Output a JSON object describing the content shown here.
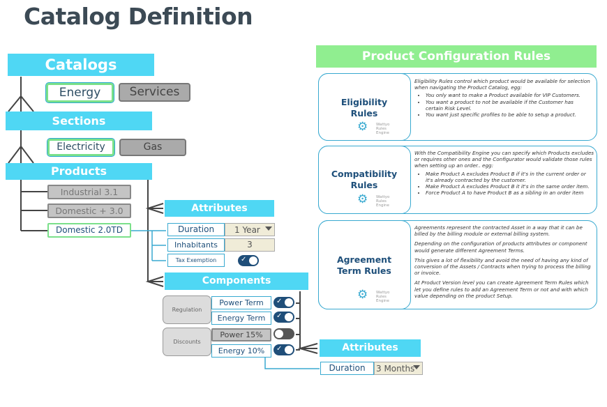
{
  "page_title": "Catalog Definition",
  "left": {
    "catalogs_header": "Catalogs",
    "catalogs": [
      "Energy",
      "Services"
    ],
    "sections_header": "Sections",
    "sections": [
      "Electricity",
      "Gas"
    ],
    "products_header": "Products",
    "products": [
      "Industrial 3.1",
      "Domestic + 3.0",
      "Domestic 2.0TD"
    ],
    "attributes_header": "Attributes",
    "attributes": [
      {
        "label": "Duration",
        "value": "1 Year"
      },
      {
        "label": "Inhabitants",
        "value": "3"
      },
      {
        "label": "Tax Exemption"
      }
    ],
    "components_header": "Components",
    "groups": [
      "Regulation",
      "Discounts"
    ],
    "components": [
      {
        "label": "Power Term",
        "toggle": "on"
      },
      {
        "label": "Energy Term",
        "toggle": "on"
      },
      {
        "label": "Power 15%",
        "toggle": "off"
      },
      {
        "label": "Energy 10%",
        "toggle": "on"
      }
    ],
    "sub_attributes_header": "Attributes",
    "sub_attribute": {
      "label": "Duration",
      "value": "3 Months"
    }
  },
  "rules": {
    "header": "Product Configuration Rules",
    "brand_lines": [
      "Wattyo",
      "Rules",
      "Engine"
    ],
    "cards": [
      {
        "title_1": "Eligibility",
        "title_2": "Rules",
        "intro": "Eligibility Rules control which product would be available for selection when navigating the Product Catalog, egg:",
        "bullets": [
          "You only want to make a Product available for VIP Customers.",
          "You want a product to not be available if the Customer has certain Risk Level.",
          "You want just specific profiles to be able to setup a product."
        ]
      },
      {
        "title_1": "Compatibility",
        "title_2": "Rules",
        "intro": "With the Compatibility Engine you can specify which Products excludes or requires other ones and the Configurator would validate those rules when setting up an order.. egg:",
        "bullets": [
          "Make Product A excludes Product B if it's in the current order or it's already contracted by the customer.",
          "Make Product A excludes Product B it it's in the same order item.",
          "Force Product A to have Product B as a sibling in an order item"
        ]
      },
      {
        "title_1": "Agreement",
        "title_2": "Term Rules",
        "paragraphs": [
          "Agreements represent the contracted Asset in a way that it can be billed by the billing module or external billing system.",
          "Depending on the configuration of products attributes or component would generate different Agreement Terms.",
          "This gives a lot of flexibility and avoid the need of having any kind of conversion of the Assets / Contracts when trying to process the billing or invoice.",
          "At Product Version level you can create Agreement Term Rules which let you define rules to add an Agreement Term or not and with which value depending on the product Setup."
        ]
      }
    ]
  },
  "colors": {
    "band": "#4fd7f4",
    "rules_header": "#90ee90",
    "accent_dark": "#1e4f7a",
    "toggle_on": "#1f4e79"
  }
}
